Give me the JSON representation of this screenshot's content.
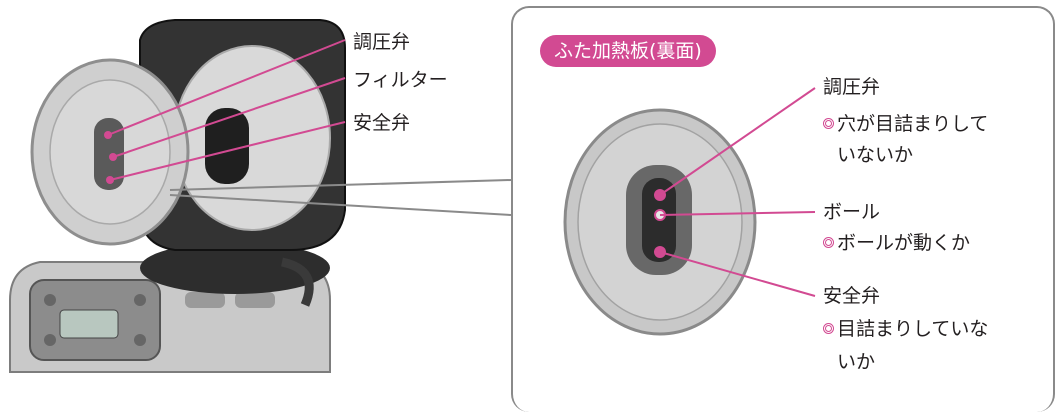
{
  "photo_labels": {
    "pressure_valve": "調圧弁",
    "filter": "フィルター",
    "safety_valve": "安全弁"
  },
  "panel": {
    "title": "ふた加熱板(裏面)",
    "pressure_valve": {
      "name": "調圧弁",
      "note_line1": "穴が目詰まりして",
      "note_line2": "いないか"
    },
    "ball": {
      "name": "ボール",
      "note": "ボールが動くか"
    },
    "safety_valve": {
      "name": "安全弁",
      "note_line1": "目詰まりしていな",
      "note_line2": "いか"
    }
  },
  "colors": {
    "accent": "#d24a92",
    "frame": "#8a8a8a"
  }
}
